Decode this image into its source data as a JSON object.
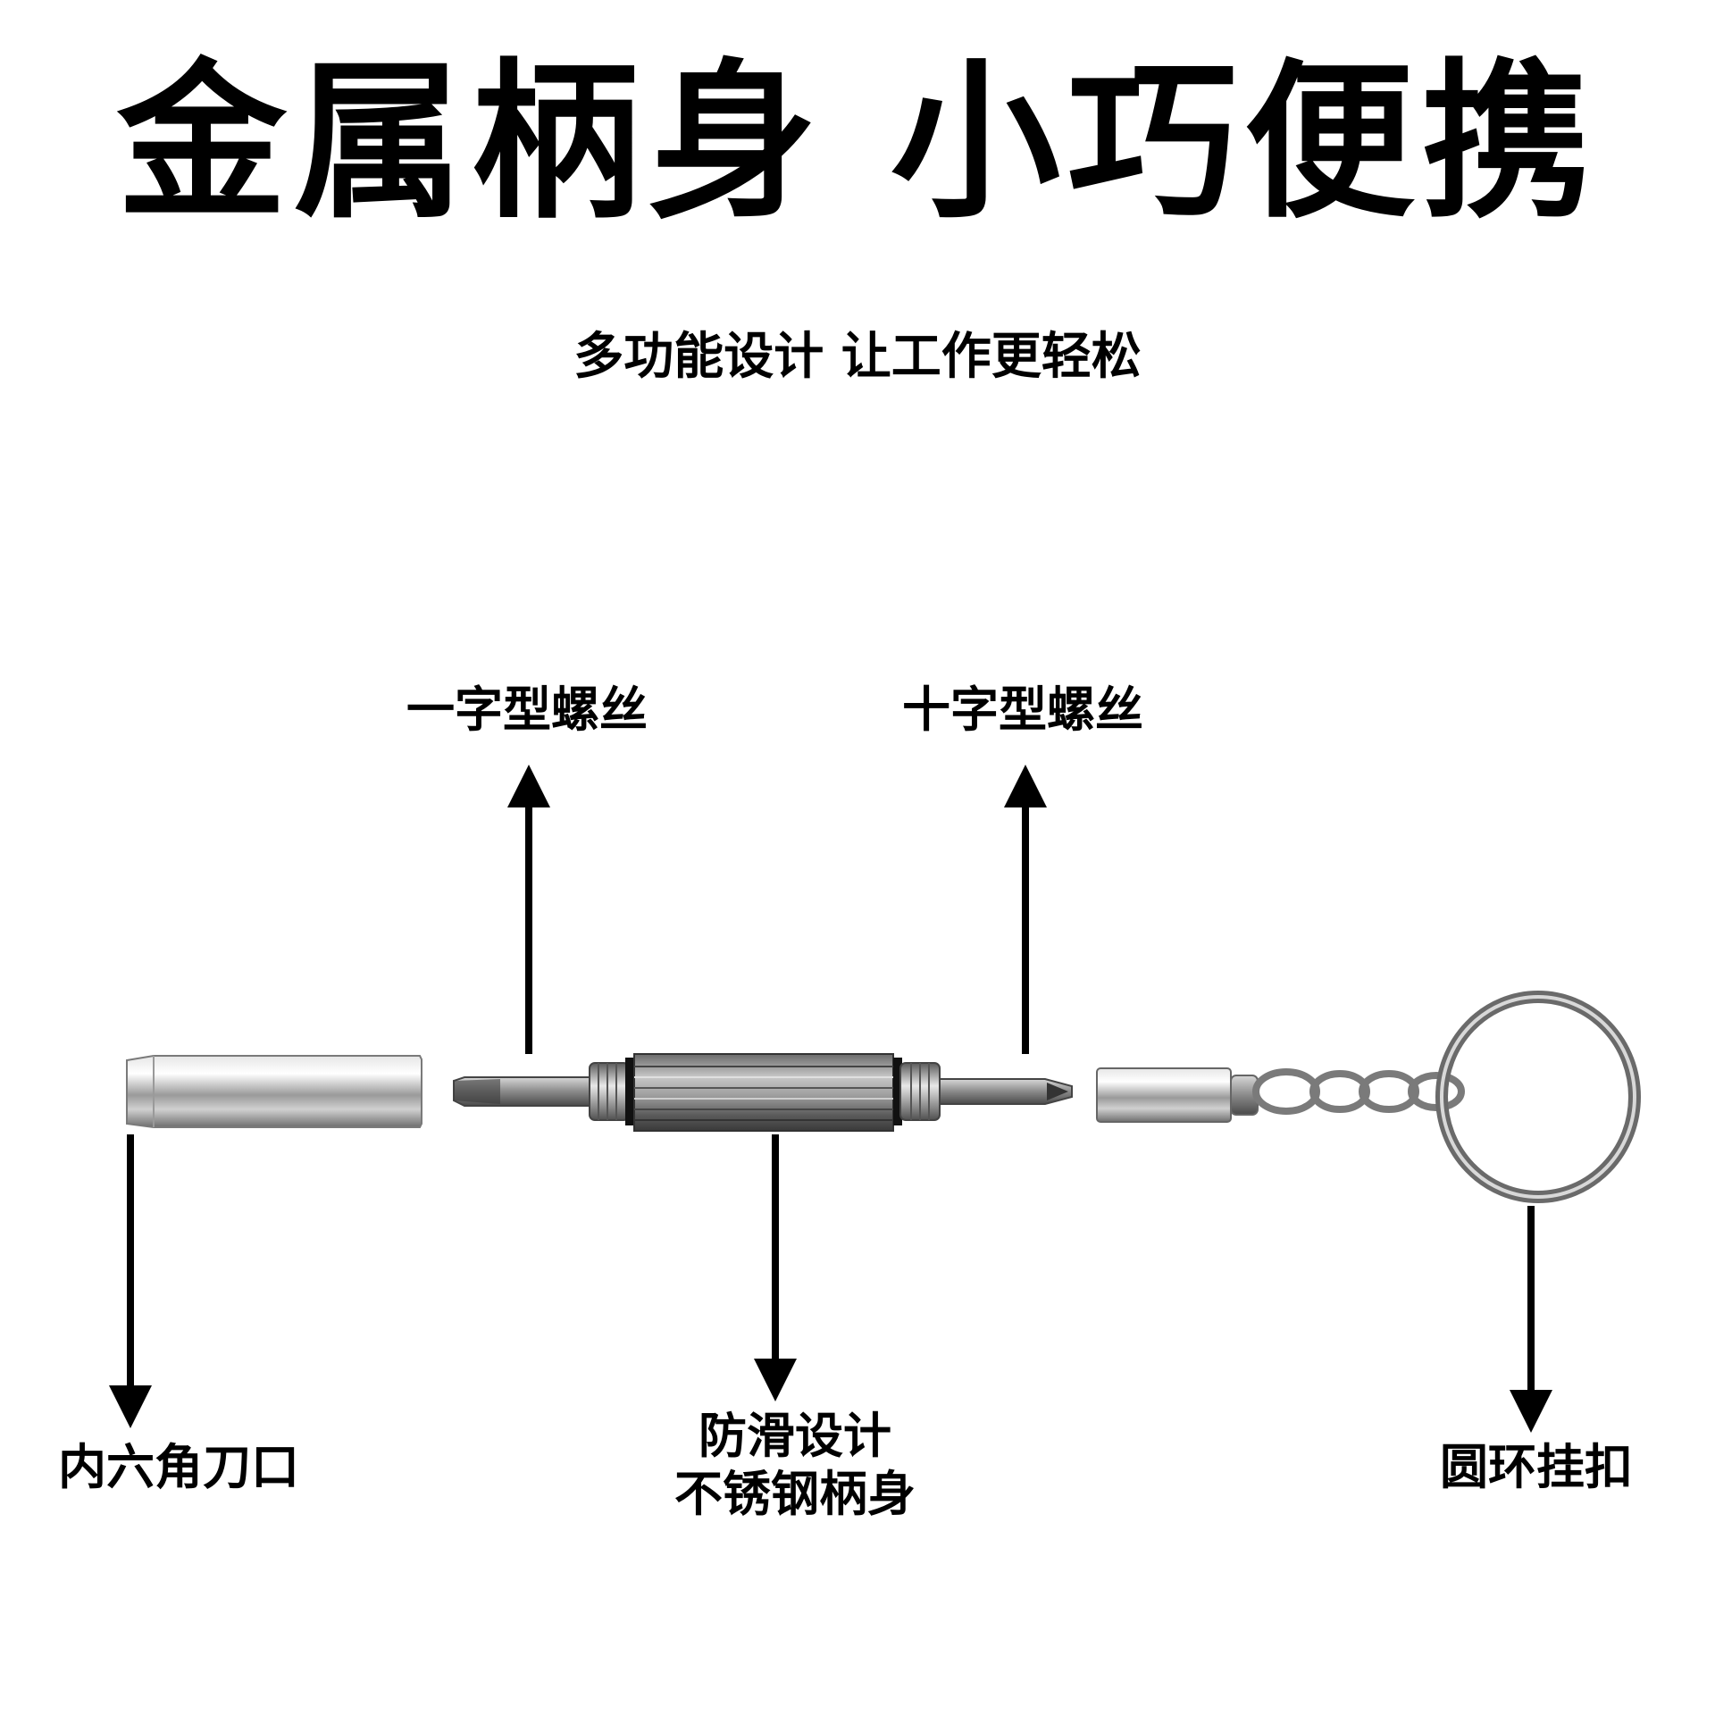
{
  "headline": "金属柄身 小巧便携",
  "subtitle": "多功能设计 让工作更轻松",
  "labels": {
    "flat_head": "一字型螺丝",
    "phillips_head": "十字型螺丝",
    "hex_socket": "内六角刀口",
    "grip_line1": "防滑设计",
    "grip_line2": "不锈钢柄身",
    "key_ring": "圆环挂扣"
  },
  "colors": {
    "text": "#000000",
    "arrow": "#000000",
    "metal_light": "#f2f2f2",
    "metal_mid": "#b4b4b4",
    "metal_dark": "#4a4a4a",
    "background": "#ffffff"
  }
}
